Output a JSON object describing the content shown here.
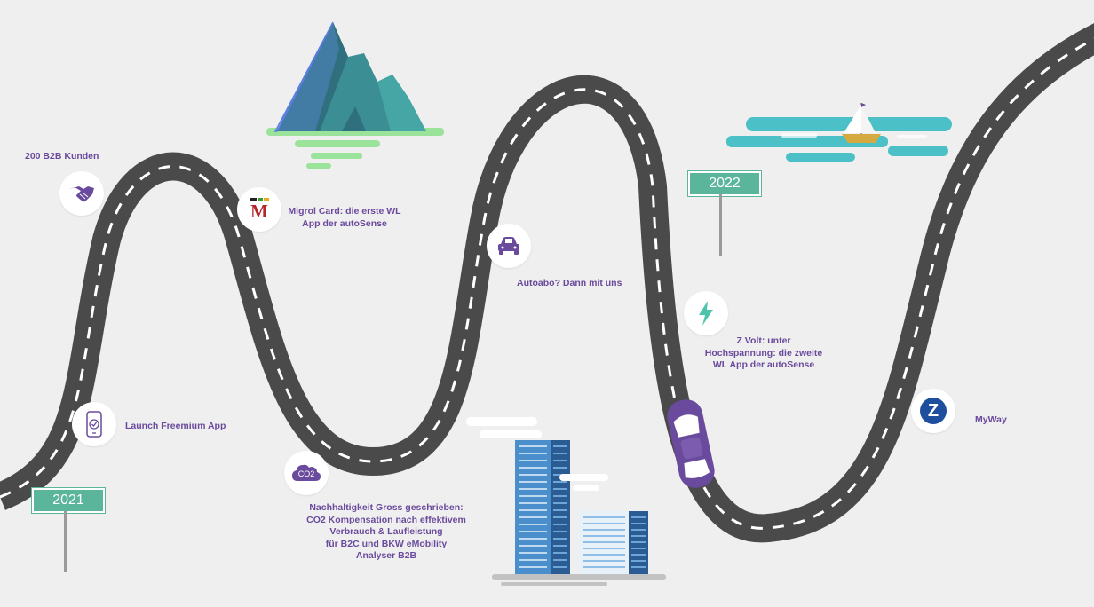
{
  "colors": {
    "background": "#efefef",
    "road": "#4a4a4a",
    "road_dash": "#ffffff",
    "accent_purple": "#6a4a9c",
    "sign_green": "#5ab59a",
    "mountain": "#3d8a8f",
    "water": "#4cc0c7",
    "grass": "#9be39a"
  },
  "years": {
    "y2021": "2021",
    "y2022": "2022"
  },
  "milestones": {
    "b2b": {
      "label": "200 B2B Kunden",
      "icon": "handshake-icon"
    },
    "freemium": {
      "label": "Launch Freemium App",
      "icon": "smartphone-check-icon"
    },
    "migrol": {
      "line1": "Migrol Card: die erste WL",
      "line2": "App der autoSense",
      "icon": "migrol-logo-icon",
      "logo_text": "M"
    },
    "co2": {
      "line1": "Nachhaltigkeit Gross geschrieben:",
      "line2": "CO2 Kompensation nach effektivem",
      "line3": "Verbrauch & Laufleistung",
      "line4": "für B2C und BKW eMobility",
      "line5": "Analyser B2B",
      "icon": "co2-cloud-icon",
      "icon_text": "CO2"
    },
    "autoabo": {
      "label": "Autoabo? Dann mit uns",
      "icon": "car-icon"
    },
    "zvolt": {
      "line1": "Z Volt: unter",
      "line2": "Hochspannung: die zweite",
      "line3": "WL App der autoSense",
      "icon": "lightning-icon"
    },
    "myway": {
      "label": "MyWay",
      "icon": "zurich-logo-icon",
      "logo_text": "Z"
    }
  }
}
